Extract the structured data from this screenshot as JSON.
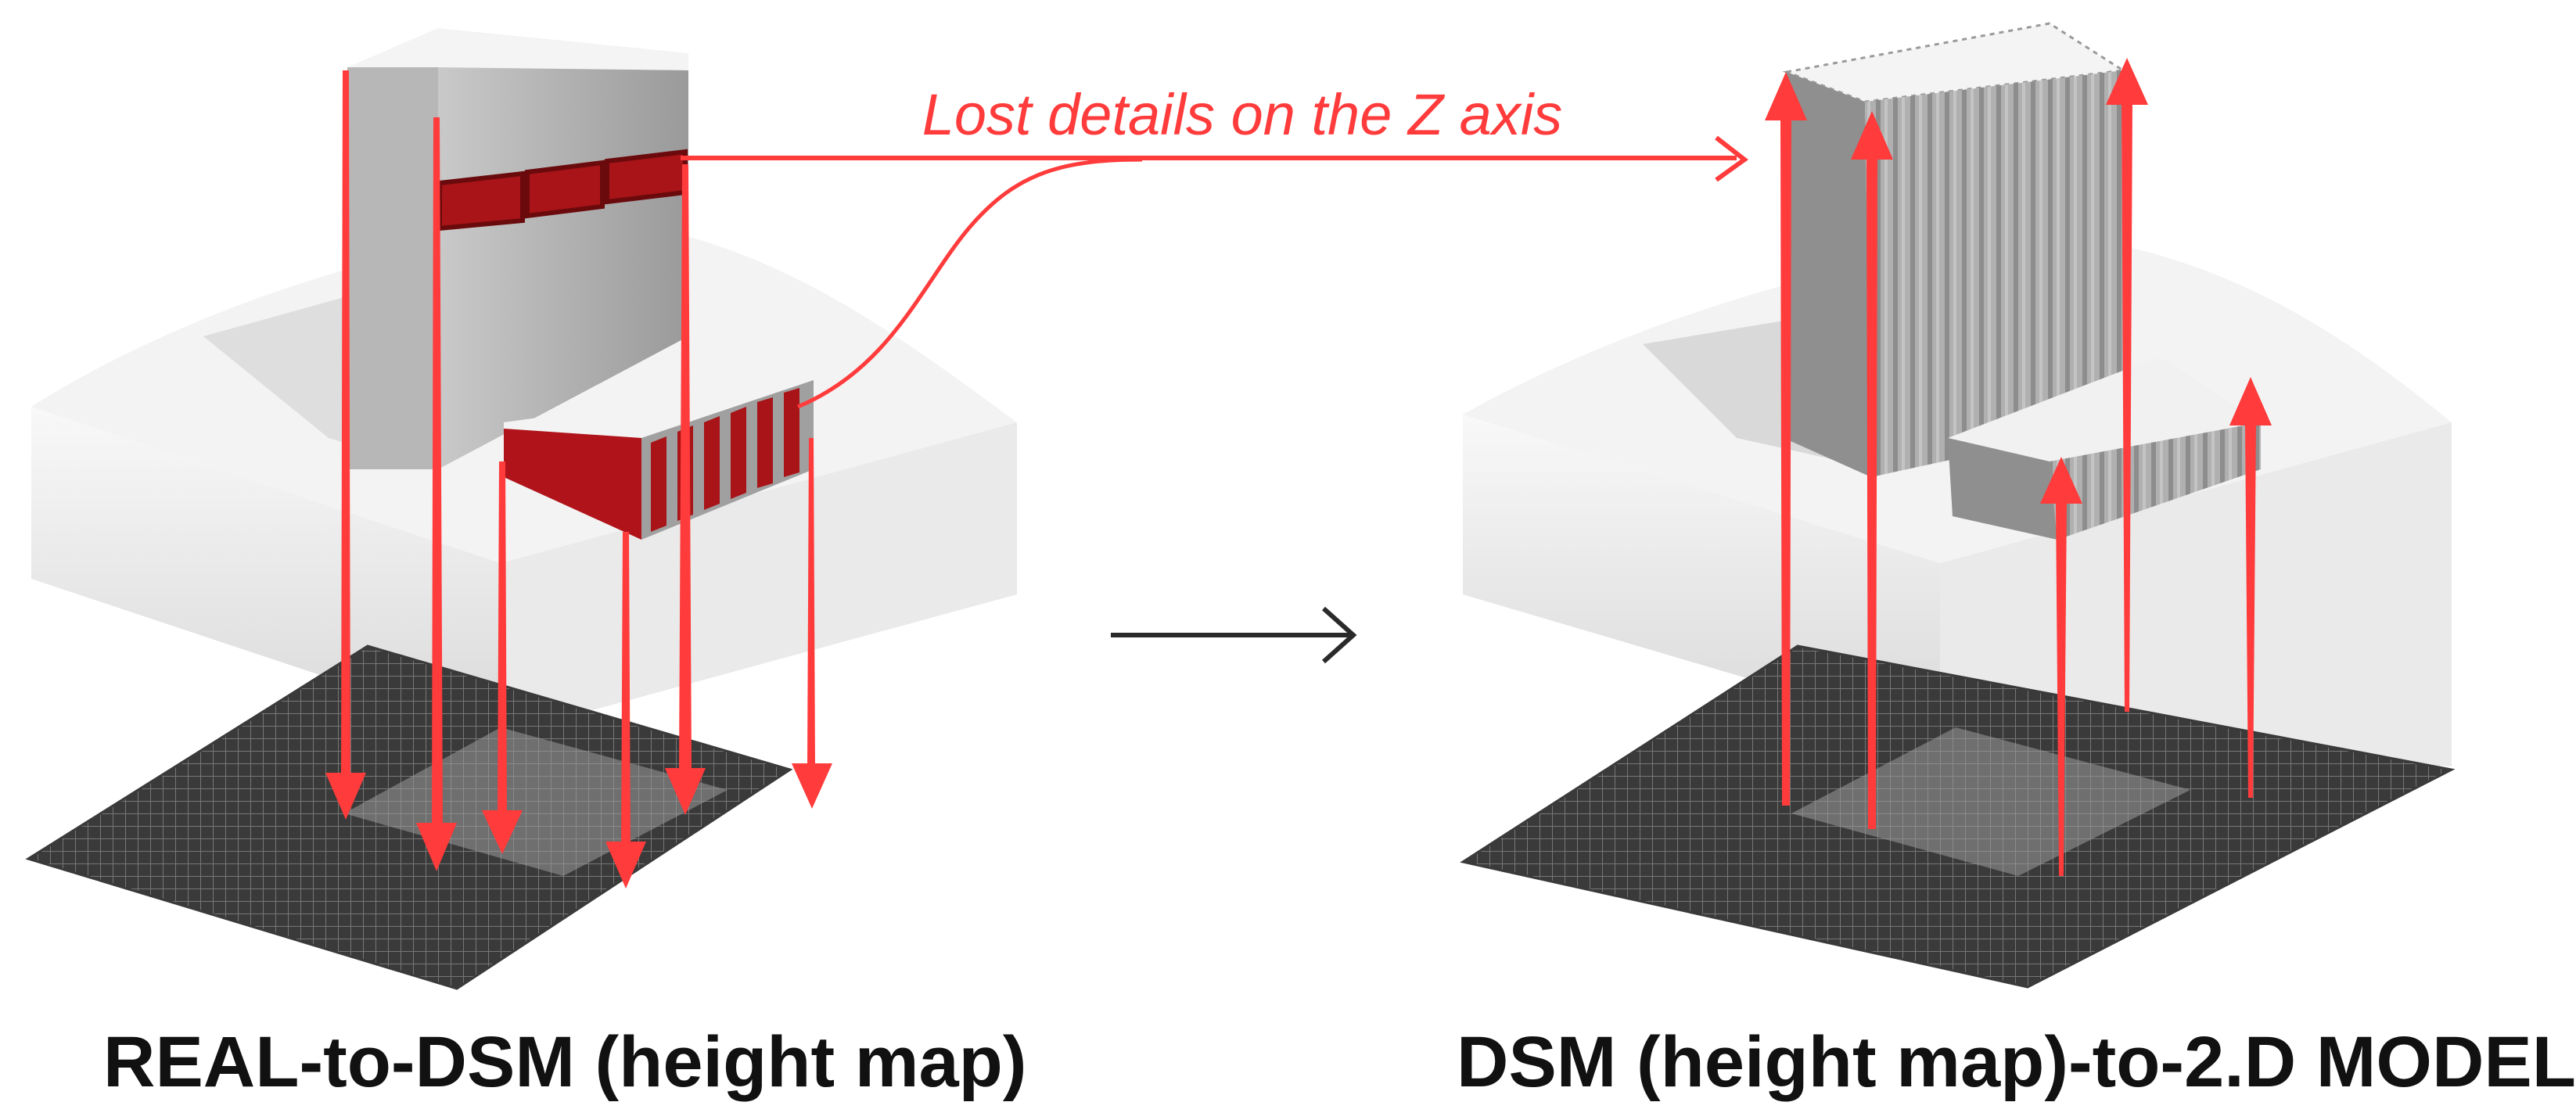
{
  "captions": {
    "left": "REAL-to-DSM (height map)",
    "right": "DSM (height map)-to-2.D MODEL"
  },
  "annotation": "Lost details on the Z axis",
  "colors": {
    "annotation": "#ff3b3b",
    "detail_red": "#a81418",
    "building_gray": "#a9a9a9",
    "terrain_light": "#efefef",
    "grid_dark": "#2f2f2f",
    "transition_arrow": "#2a2a2a"
  },
  "icons": {
    "transition": "right-arrow-icon",
    "projection": "arrow-icon"
  }
}
